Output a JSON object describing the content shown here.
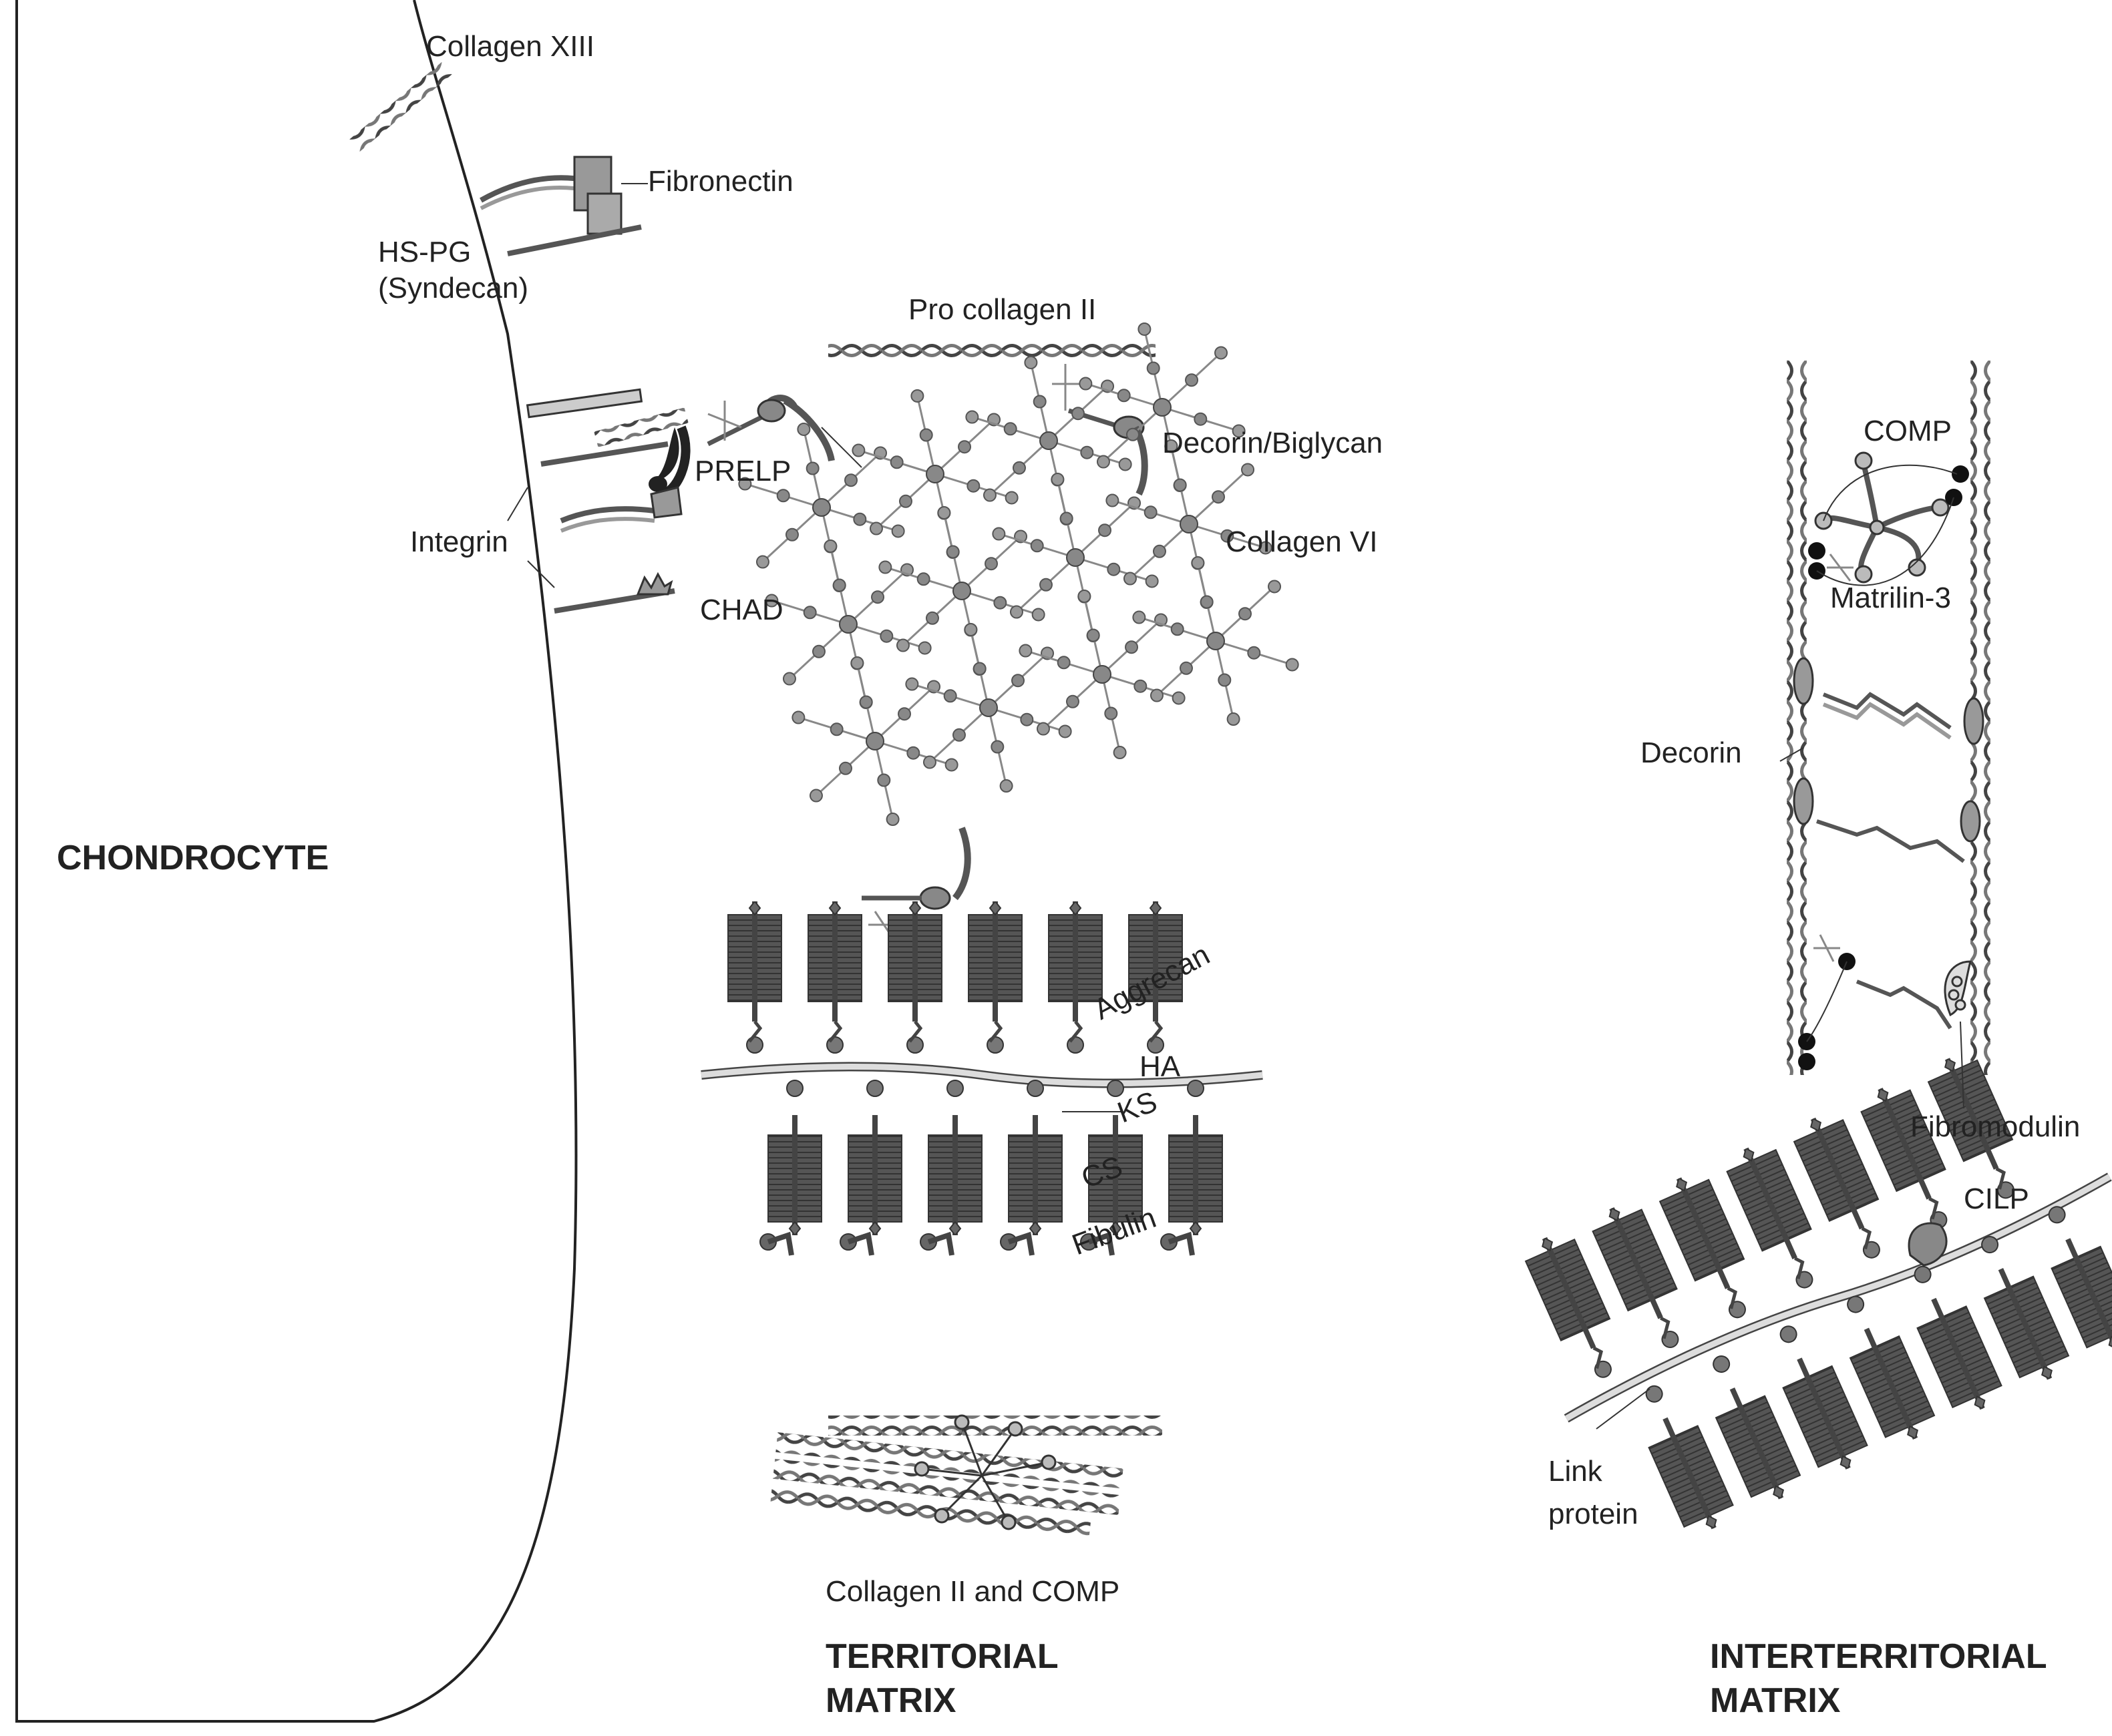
{
  "labels": {
    "collagen_xiii": "Collagen XIII",
    "fibronectin": "Fibronectin",
    "hspg_line1": "HS-PG",
    "hspg_line2": "(Syndecan)",
    "pro_collagen_ii": "Pro collagen II",
    "decorin_biglycan": "Decorin/Biglycan",
    "prelp": "PRELP",
    "collagen_vi": "Collagen VI",
    "integrin": "Integrin",
    "chad": "CHAD",
    "chondrocyte": "CHONDROCYTE",
    "aggrecan": "Aggrecan",
    "ha": "HA",
    "ks": "KS",
    "cs": "CS",
    "fibulin": "Fibulin",
    "collagen_ii_comp": "Collagen II  and COMP",
    "territorial_line1": "TERRITORIAL",
    "territorial_line2": "MATRIX",
    "comp": "COMP",
    "matrilin3": "Matrilin-3",
    "decorin": "Decorin",
    "fibromodulin": "Fibromodulin",
    "cilp": "CILP",
    "link_line1": "Link",
    "link_line2": "protein",
    "interterritorial_line1": "INTERTERRITORIAL",
    "interterritorial_line2": "MATRIX"
  },
  "colors": {
    "stroke": "#333333",
    "dark_fill": "#555555",
    "mid_fill": "#888888",
    "light_fill": "#bbbbbb",
    "black": "#111111"
  }
}
